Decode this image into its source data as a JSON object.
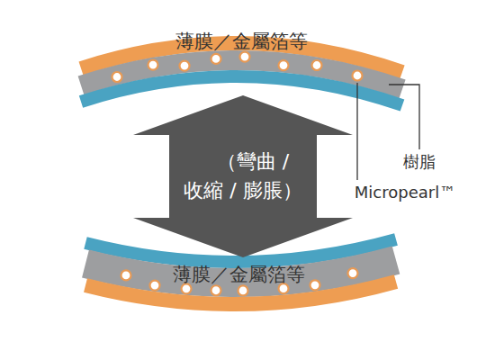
{
  "diagram": {
    "nodes": [
      {
        "text": [
          "（彎曲 / 收縮 / 膨脹）"
        ]
      }
    ],
    "labels": [
      "薄膜／金屬箔等",
      "薄膜／金屬箔等",
      "樹脂",
      "Micropearl™"
    ]
  }
}
